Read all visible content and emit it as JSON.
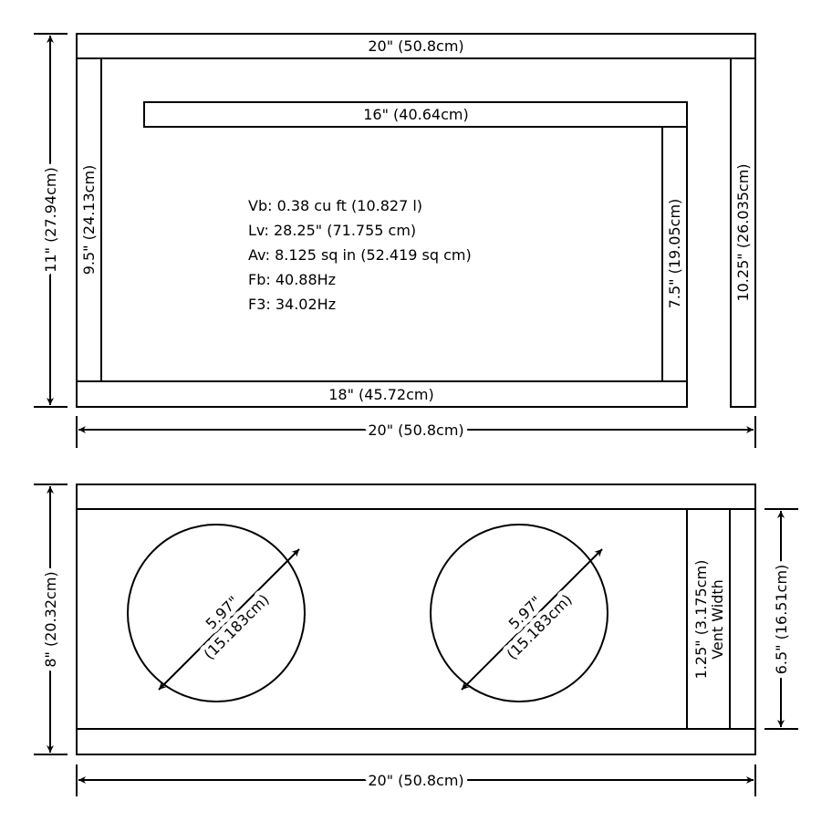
{
  "side_view": {
    "top_panel": "20\" (50.8cm)",
    "baffle": "16\" (40.64cm)",
    "bottom_panel": "18\" (45.72cm)",
    "left_panel": "9.5\" (24.13cm)",
    "inner_divider": "7.5\" (19.05cm)",
    "right_panel": "10.25\" (26.035cm)",
    "height_dim": "11\" (27.94cm)",
    "width_dim": "20\" (50.8cm)",
    "specs": [
      "Vb: 0.38 cu ft (10.827 l)",
      "Lv: 28.25\" (71.755 cm)",
      "Av: 8.125 sq in (52.419 sq cm)",
      "Fb: 40.88Hz",
      "F3: 34.02Hz"
    ]
  },
  "front_view": {
    "driver1": {
      "line1": "5.97\"",
      "line2": "(15.183cm)"
    },
    "driver2": {
      "line1": "5.97\"",
      "line2": "(15.183cm)"
    },
    "vent_line1": "1.25\" (3.175cm)",
    "vent_line2": "Vent Width",
    "height_dim": "8\" (20.32cm)",
    "inner_height_dim": "6.5\" (16.51cm)",
    "width_dim": "20\" (50.8cm)"
  }
}
